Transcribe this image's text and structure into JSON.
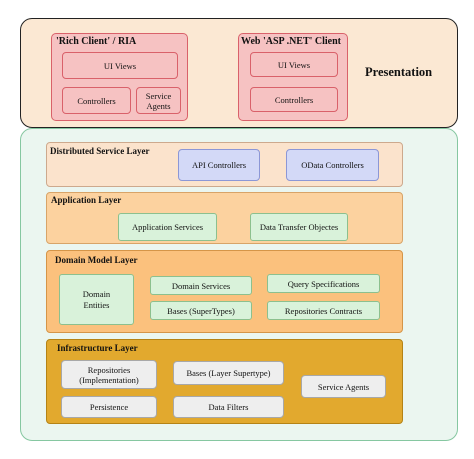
{
  "presentation": {
    "title": "Presentation",
    "rich_client": {
      "title": "'Rich Client' / RIA",
      "ui_views": "UI Views",
      "controllers": "Controllers",
      "service_agents_line1": "Service",
      "service_agents_line2": "Agents"
    },
    "web_client": {
      "title": "Web 'ASP .NET' Client",
      "ui_views": "UI Views",
      "controllers": "Controllers"
    }
  },
  "distributed_service_layer": {
    "title": "Distributed Service Layer",
    "items": [
      "API Controllers",
      "OData Controllers"
    ]
  },
  "application_layer": {
    "title": "Application Layer",
    "items": [
      "Application Services",
      "Data Transfer Objectes"
    ]
  },
  "domain_model_layer": {
    "title": "Domain Model Layer",
    "domain_entities_line1": "Domain",
    "domain_entities_line2": "Entities",
    "items": [
      "Domain Services",
      "Query Specifications",
      "Bases (SuperTypes)",
      "Repositories Contracts"
    ]
  },
  "infrastructure_layer": {
    "title": "Infrastructure Layer",
    "repositories_line1": "Repositories",
    "repositories_line2": "(Implementation)",
    "bases": "Bases (Layer Supertype)",
    "service_agents": "Service Agents",
    "persistence": "Persistence",
    "data_filters": "Data Filters"
  }
}
